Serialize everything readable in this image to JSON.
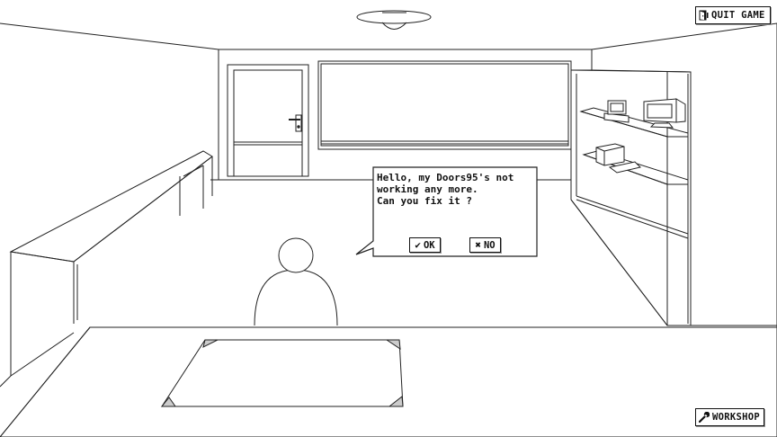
{
  "hud": {
    "quit_label": "QUIT GAME",
    "workshop_label": "WORKSHOP"
  },
  "dialog": {
    "text": "Hello, my Doors95's not\nworking any more.\nCan you fix it ?",
    "ok_label": "OK",
    "no_label": "NO",
    "ok_glyph": "✔",
    "no_glyph": "✖"
  },
  "icons": {
    "quit": "door-exit-icon",
    "workshop": "wrench-icon"
  }
}
